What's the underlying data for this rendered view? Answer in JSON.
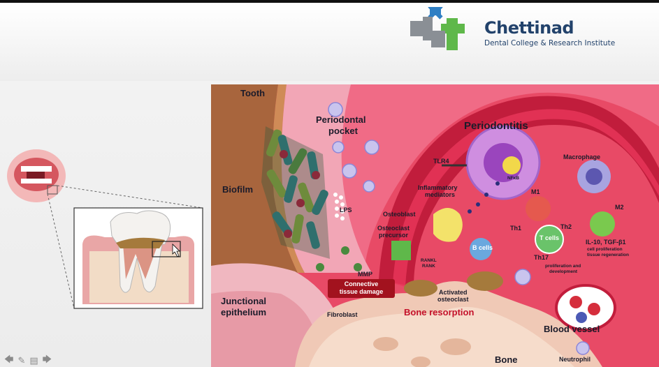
{
  "header": {
    "brand_name": "Chettinad",
    "brand_subtitle": "Dental College & Research Institute"
  },
  "figure": {
    "title": "Periodontitis",
    "labels": {
      "tooth": "Tooth",
      "periodontal_pocket_1": "Periodontal",
      "periodontal_pocket_2": "pocket",
      "biofilm": "Biofilm",
      "lps": "LPS",
      "tlr4": "TLR4",
      "nfkb": "NFκB",
      "macrophage": "Macrophage",
      "inflammatory_mediators_1": "Inflammatory",
      "inflammatory_mediators_2": "mediators",
      "m1": "M1",
      "m2": "M2",
      "osteoblast": "Osteoblast",
      "osteoclast_precursor_1": "Osteoclast",
      "osteoclast_precursor_2": "precursor",
      "th1": "Th1",
      "th2": "Th2",
      "t_cells": "T cells",
      "b_cells": "B cells",
      "th17": "Th17",
      "rankl": "RANKL",
      "rank": "RANK",
      "il10_1": "IL-10, TGF-β1",
      "il10_2": "cell proliferation",
      "il10_3": "tissue regeneration",
      "prolif_1": "proliferation and",
      "prolif_2": "development",
      "mmp": "MMP",
      "ctd_1": "Connective",
      "ctd_2": "tissue damage",
      "activated_osteoclast_1": "Activated",
      "activated_osteoclast_2": "osteoclast",
      "junctional_1": "Junctional",
      "junctional_2": "epithelium",
      "fibroblast": "Fibroblast",
      "bone_resorption": "Bone resorption",
      "blood_vessel": "Blood vessel",
      "bone": "Bone",
      "neutrophil": "Neutrophil"
    }
  },
  "nav": {
    "prev": "🡄",
    "pen": "✎",
    "menu": "▤",
    "next": "🡆"
  },
  "colors": {
    "brand_blue": "#22426b",
    "logo_blue": "#2f7fc4",
    "logo_gray": "#8a8f95",
    "logo_green": "#5fb84a",
    "tissue_pink": "#e84a66",
    "tooth_brown": "#a8653d"
  }
}
